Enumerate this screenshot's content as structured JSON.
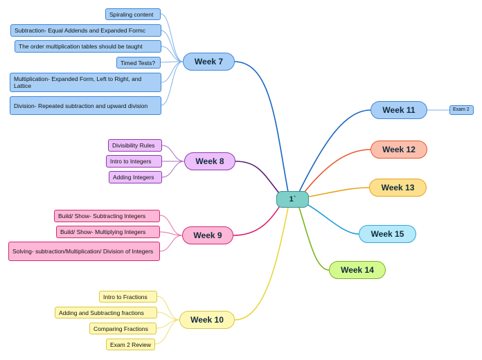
{
  "center": {
    "label": "1`"
  },
  "week7": {
    "label": "Week 7",
    "items": [
      "Spiraling content",
      "Subtraction- Equal Addends and Expanded Formc",
      "The order multiplication tables should be taught",
      "Timed Tests?",
      "Multiplication- Expanded Form, Left to Right, and Lattice",
      "Division- Repeated subtraction and upward division"
    ]
  },
  "week8": {
    "label": "Week 8",
    "items": [
      "Divisibility Rules",
      "Intro to Integers",
      "Adding Integers"
    ]
  },
  "week9": {
    "label": "Week 9",
    "items": [
      "Build/ Show- Subtracting Integers",
      "Build/ Show- Multiplying Integers",
      "Solving- subtraction/Multiplication/ Division of Integers"
    ]
  },
  "week10": {
    "label": "Week 10",
    "items": [
      "Intro to Fractions",
      "Adding and Subtracting fractions",
      "Comparing Fractions",
      "Exam 2 Review"
    ]
  },
  "week11": {
    "label": "Week 11",
    "items": [
      "Exam 2"
    ]
  },
  "week12": {
    "label": "Week 12"
  },
  "week13": {
    "label": "Week 13"
  },
  "week15": {
    "label": "Week 15"
  },
  "week14": {
    "label": "Week 14"
  },
  "colors": {
    "week7": "#1565c0",
    "week8": "#5a1a6e",
    "week9": "#e0186a",
    "week10": "#e8d63a",
    "week11": "#1565c0",
    "week12": "#e8562a",
    "week13": "#e6a319",
    "week15": "#1e9fd8",
    "week14": "#7bb21d",
    "week7_leaf": "#7fb0e6",
    "week8_leaf": "#a66bbd",
    "week9_leaf": "#e86aa3",
    "week10_leaf": "#ecdf6e"
  }
}
